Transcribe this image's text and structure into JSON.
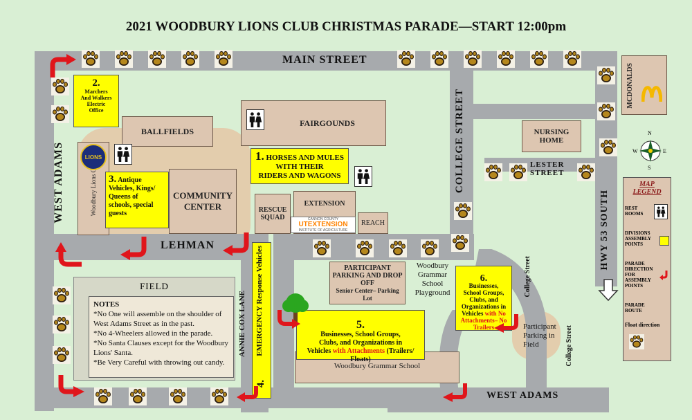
{
  "title": "2021 WOODBURY LIONS CLUB CHRISTMAS PARADE—START 12:00pm",
  "streets": {
    "main": "MAIN STREET",
    "west_adams_left": "WEST ADAMS",
    "west_adams_bottom": "WEST ADAMS",
    "lehman": "LEHMAN",
    "college": "COLLEGE STREET",
    "college_small_1": "College Street",
    "college_small_2": "College Street",
    "hwy53": "HWY 53 SOUTH",
    "lester": "LESTER\nSTREET",
    "annie_cox": "ANNIE COX LANE",
    "emergency": "EMERGENCY Response Vehicles"
  },
  "buildings": {
    "ballfields": "BALLFIELDS",
    "fairgrounds": "FAIRGOUNDS",
    "community_center": "COMMUNITY\nCENTER",
    "lions_club": "Woodbury Lions Club",
    "rescue_squad": "RESCUE\nSQUAD",
    "extension": "EXTENSION",
    "reach": "REACH",
    "nursing_home": "NURSING\nHOME",
    "mcdonalds": "MCDONALDS",
    "participant_parking": "PARTICIPANT\nPARKING AND DROP\nOFF",
    "senior_center": "Senior Center– Parking\nLot",
    "playground": "Woodbury\nGrammar\nSchool\nPlayground",
    "grammar_school": "Woodbury Grammar School",
    "field": "FIELD",
    "participant_field": "Participant\nParking in\nField",
    "extension_logo_small": "CANNON COUNTY",
    "extension_logo_main": "UTEXTENSION",
    "extension_logo_sub": "INSTITUTE OF AGRICULTURE",
    "lions_logo": "LIONS"
  },
  "assembly": {
    "a1_num": "1.",
    "a1_text": "HORSES AND MULES\nWITH THEIR\nRIDERS AND WAGONS",
    "a2_num": "2.",
    "a2_text": "Marchers\nAnd Walkers\nElectric\nOffice",
    "a3_num": "3.",
    "a3_text": "Antique\nVehicles, Kings/\nQueens of\nschools, special\nguests",
    "a4_num": "4.",
    "a5_num": "5.",
    "a5_text_a": "Businesses,  School Groups,\nClubs,  and Organizations in\nVehicles ",
    "a5_text_red": "with Attachments",
    "a5_text_b": " (Trailers/\nFloats)",
    "a6_num": "6.",
    "a6_text_a": "Businesses,\nSchool Groups,\nClubs, and\nOrganizations in\nVehicles ",
    "a6_text_red": "with No\nAttachments– No\nTrailers"
  },
  "notes": {
    "heading": "NOTES",
    "lines": [
      "*No One will assemble on the shoulder of West Adams Street as in the past.",
      "*No 4-Wheelers allowed in the parade.",
      "*No Santa Clauses except for the Woodbury Lions' Santa.",
      "*Be Very Careful with throwing out candy."
    ]
  },
  "legend": {
    "title": "MAP\nLEGEND",
    "restrooms": "REST\nROOMS",
    "divisions": "DIVISIONS\nASSEMBLY\nPOINTS",
    "direction": "PARADE\nDIRECTION\nFOR\nASSEMBLY\nPOINTS",
    "route": "PARADE\nROUTE",
    "float": "Float direction"
  },
  "compass": {
    "n": "N",
    "s": "S",
    "e": "E",
    "w": "W"
  },
  "colors": {
    "background": "#d9efd4",
    "road": "#a7aaad",
    "building": "#ddc6b1",
    "assembly": "#ffff00",
    "arrow": "#e0151b",
    "paw": "#b5871c"
  }
}
